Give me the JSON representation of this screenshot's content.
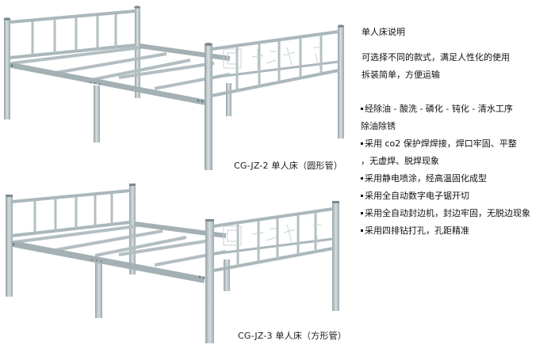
{
  "products": [
    {
      "model": "CG-JZ-2 单人床（圆形管）",
      "tube_shape": "round"
    },
    {
      "model": "CG-JZ-3 单人床（方形管）",
      "tube_shape": "square"
    }
  ],
  "description": {
    "title": "单人床说明",
    "intro": [
      "可选择不同的款式，满足人性化的使用",
      "拆装简单，方便运输"
    ]
  },
  "features": [
    {
      "line1": "经除油 - 酸洗 - 磷化 - 钝化 - 清水工序",
      "line2": "除油除锈"
    },
    {
      "line1": "采用 co2 保护焊焊接，焊口牢固、平整",
      "line2": "，无虚焊、脱焊现象"
    },
    {
      "line1": "采用静电喷涂，经高温固化成型"
    },
    {
      "line1": "采用全自动数字电子锯开切"
    },
    {
      "line1": "采用全自动封边机，封边牢固，无脱边现象"
    },
    {
      "line1": "采用四排钻打孔，孔距精准"
    }
  ],
  "colors": {
    "frame_light": "#c9d3d6",
    "frame_mid": "#a9b6ba",
    "frame_dark": "#7f8d92",
    "text": "#111111",
    "background": "#ffffff"
  }
}
